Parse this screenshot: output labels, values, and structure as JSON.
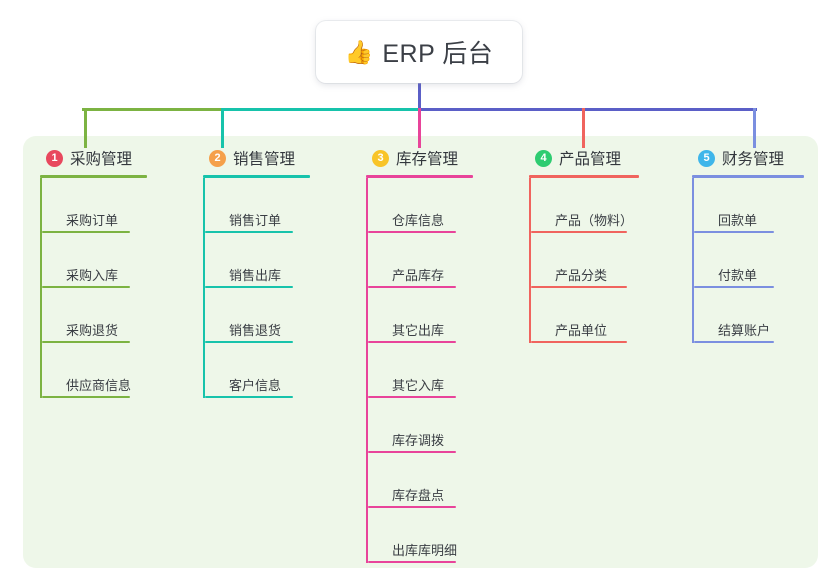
{
  "root": {
    "emoji": "👍",
    "emoji_name": "thumbs-up-icon",
    "title": "ERP 后台"
  },
  "colors": {
    "panel_bg": "#eef7e9",
    "root_stem": "#5b5fc7",
    "bar_green": "#7cb342",
    "bar_teal": "#17c3ab",
    "bar_blue": "#5b5fc7",
    "col1": "#7cb342",
    "col2": "#17c3ab",
    "col3": "#e8449a",
    "col4": "#f0645e",
    "col5": "#7b8fe0",
    "badge1": "#e8485e",
    "badge2": "#f5a04a",
    "badge3": "#f8c428",
    "badge4": "#2ecc71",
    "badge5": "#3fb6ea"
  },
  "columns": [
    {
      "number": "1",
      "title": "采购管理",
      "badge_color": "#e8485e",
      "line_color": "#7cb342",
      "items": [
        "采购订单",
        "采购入库",
        "采购退货",
        "供应商信息"
      ]
    },
    {
      "number": "2",
      "title": "销售管理",
      "badge_color": "#f5a04a",
      "line_color": "#17c3ab",
      "items": [
        "销售订单",
        "销售出库",
        "销售退货",
        "客户信息"
      ]
    },
    {
      "number": "3",
      "title": "库存管理",
      "badge_color": "#f8c428",
      "line_color": "#e8449a",
      "items": [
        "仓库信息",
        "产品库存",
        "其它出库",
        "其它入库",
        "库存调拨",
        "库存盘点",
        "出库库明细"
      ]
    },
    {
      "number": "4",
      "title": "产品管理",
      "badge_color": "#2ecc71",
      "line_color": "#f0645e",
      "items": [
        "产品（物料）",
        "产品分类",
        "产品单位"
      ]
    },
    {
      "number": "5",
      "title": "财务管理",
      "badge_color": "#3fb6ea",
      "line_color": "#7b8fe0",
      "items": [
        "回款单",
        "付款单",
        "结算账户"
      ]
    }
  ]
}
